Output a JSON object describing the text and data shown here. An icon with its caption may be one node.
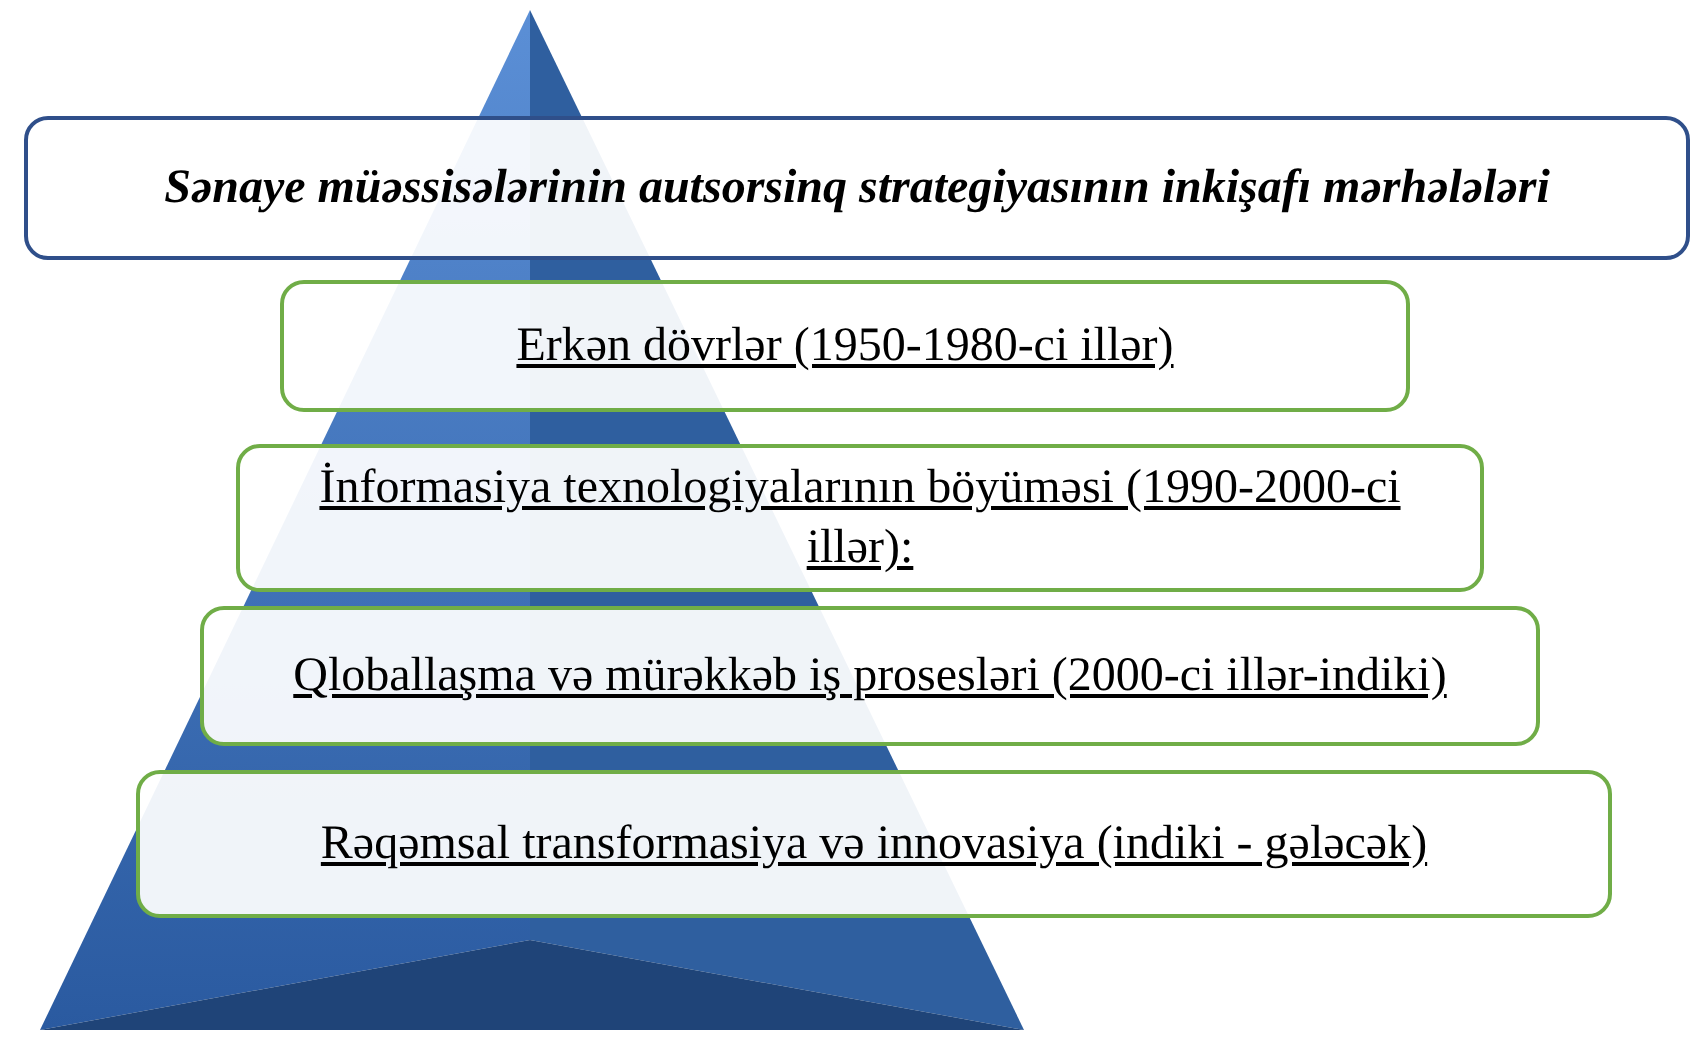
{
  "diagram": {
    "nodes": [
      {
        "text": [
          "Sənaye müəssisələrinin autsorsinq strategiyasının inkişafı mərhələləri"
        ]
      },
      {
        "text": [
          "Erkən dövrlər (1950-1980-ci illər)"
        ]
      },
      {
        "text": [
          "İnformasiya texnologiyalarının böyüməsi (1990-2000-ci illər):"
        ]
      },
      {
        "text": [
          "Qloballaşma və mürəkkəb iş prosesləri (2000-ci illər-indiki)"
        ]
      },
      {
        "text": [
          "Rəqəmsal transformasiya və innovasiya (indiki - gələcək)"
        ]
      }
    ]
  }
}
